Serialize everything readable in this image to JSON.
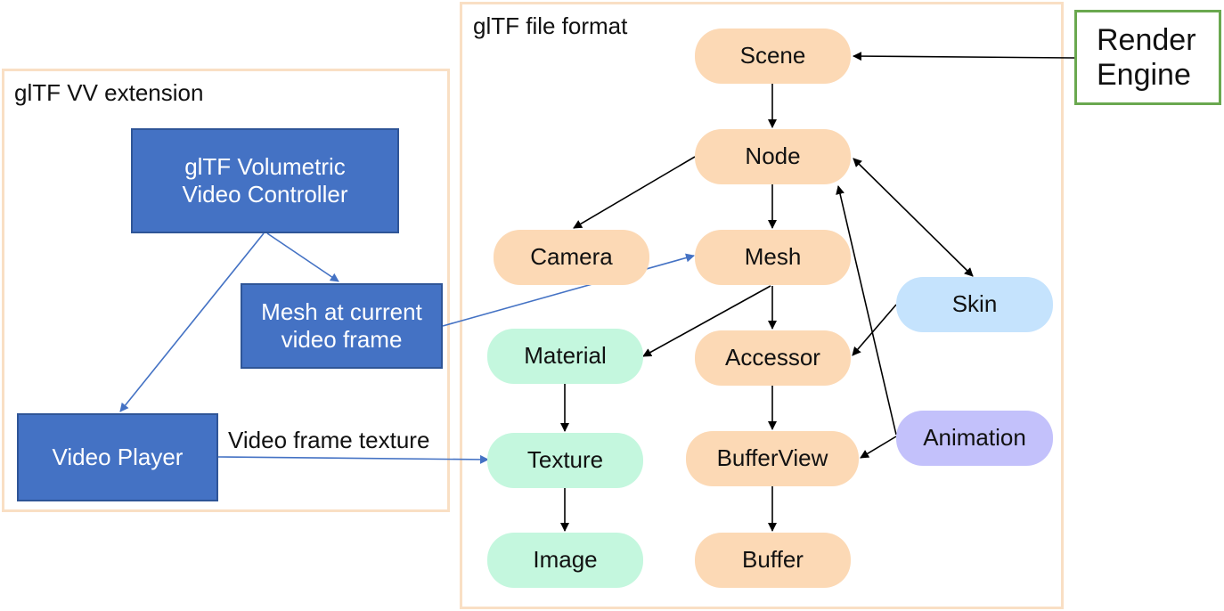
{
  "groups": {
    "vv_extension": {
      "label": "glTF VV extension"
    },
    "file_format": {
      "label": "glTF file format"
    }
  },
  "nodes": {
    "render_engine": "Render\nEngine",
    "scene": "Scene",
    "node": "Node",
    "camera": "Camera",
    "mesh": "Mesh",
    "skin": "Skin",
    "material": "Material",
    "accessor": "Accessor",
    "animation": "Animation",
    "texture": "Texture",
    "bufferview": "BufferView",
    "image": "Image",
    "buffer": "Buffer",
    "vv_controller": "glTF Volumetric\nVideo Controller",
    "mesh_current_frame": "Mesh at current\nvideo frame",
    "video_player": "Video Player"
  },
  "edge_labels": {
    "video_frame_texture": "Video frame texture"
  },
  "colors": {
    "gltf_core": "#fcd9b5",
    "gltf_texture": "#c4f7de",
    "skin": "#c5e3fd",
    "animation": "#c3c1fb",
    "extension_box": "#4472c4",
    "render_engine_border": "#6aa84f",
    "group_border": "#f9dfc4"
  }
}
